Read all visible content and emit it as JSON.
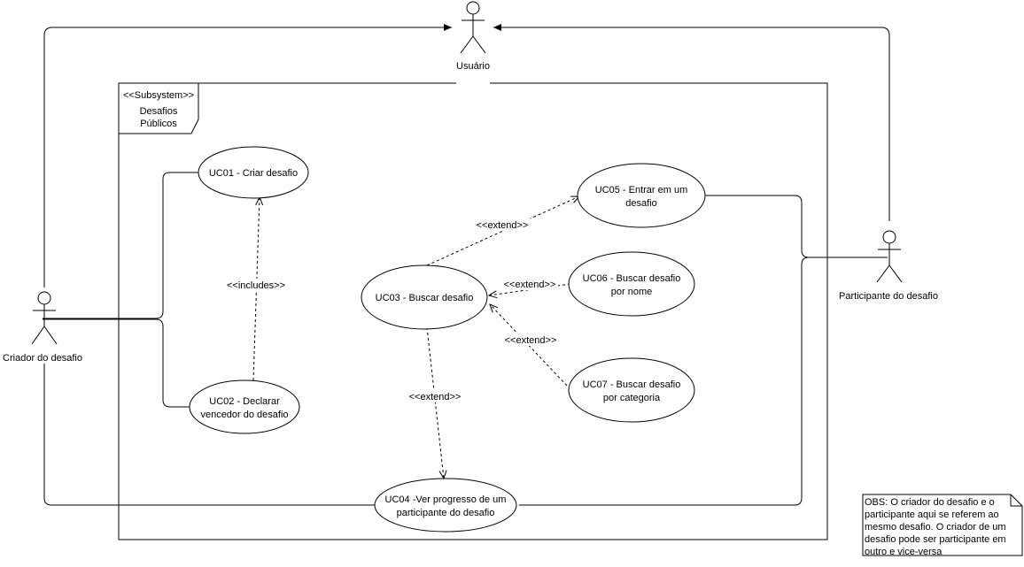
{
  "subsystem": {
    "stereotype": "<<Subsystem>>",
    "name_line1": "Desafios",
    "name_line2": "Públicos"
  },
  "actors": {
    "usuario": "Usuário",
    "criador": "Criador do desafio",
    "participante": "Participante do desafio"
  },
  "use_cases": {
    "uc01": [
      "UC01 - Criar desafio"
    ],
    "uc02": [
      "UC02 - Declarar",
      "vencedor do desafio"
    ],
    "uc03": [
      "UC03 - Buscar desafio"
    ],
    "uc04": [
      "UC04 -Ver progresso de um",
      "participante do desafio"
    ],
    "uc05": [
      "UC05 - Entrar em um",
      "desafio"
    ],
    "uc06": [
      "UC06 - Buscar desafio",
      "por nome"
    ],
    "uc07": [
      "UC07 - Buscar desafio",
      "por categoria"
    ]
  },
  "relations": {
    "includes": "<<includes>>",
    "extend_uc05": "<<extend>>",
    "extend_uc06": "<<extend>>",
    "extend_uc07": "<<extend>>",
    "extend_uc04": "<<extend>>"
  },
  "note": {
    "lines": [
      "OBS: O criador do desafio e o",
      "participante aqui se referem ao",
      "mesmo desafio. O criador de um",
      "desafio pode ser participante em",
      "outro e vice-versa"
    ]
  }
}
